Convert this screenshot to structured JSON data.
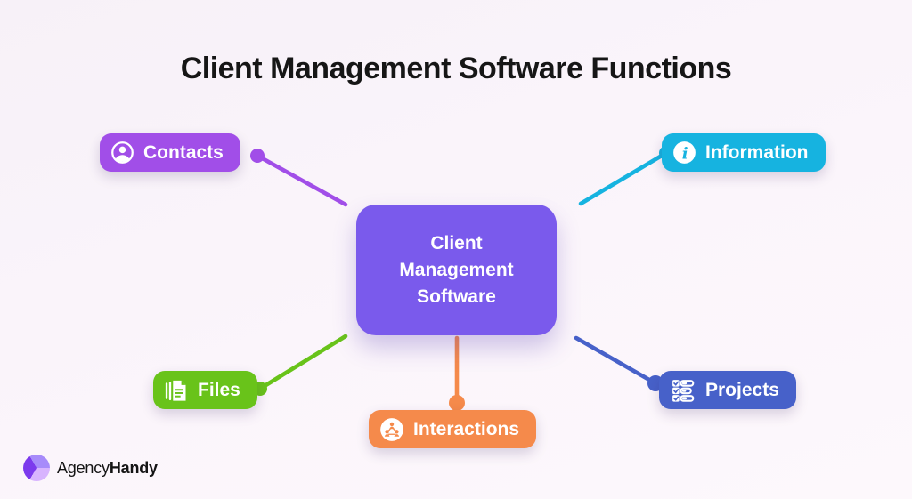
{
  "title": "Client Management Software Functions",
  "background": {
    "gradient_start": "#f7f1f8",
    "gradient_end": "#fdf8fc"
  },
  "center_node": {
    "lines": [
      "Client",
      "Management",
      "Software"
    ],
    "color": "#7a5aec",
    "text_color": "#ffffff"
  },
  "nodes": {
    "contacts": {
      "label": "Contacts",
      "color": "#a14ee8",
      "icon": "person-icon"
    },
    "information": {
      "label": "Information",
      "color": "#16b3e0",
      "icon": "info-icon"
    },
    "files": {
      "label": "Files",
      "color": "#69c31a",
      "icon": "documents-icon"
    },
    "interactions": {
      "label": "Interactions",
      "color": "#f58a4b",
      "icon": "people-network-icon"
    },
    "projects": {
      "label": "Projects",
      "color": "#4761c9",
      "icon": "checklist-icon"
    }
  },
  "brand": {
    "name_regular": "Agency",
    "name_bold": "Handy",
    "logo_icon": "swirl-logo-icon",
    "logo_colors": [
      "#7c3aed",
      "#a78bfa",
      "#d8b4fe"
    ]
  }
}
